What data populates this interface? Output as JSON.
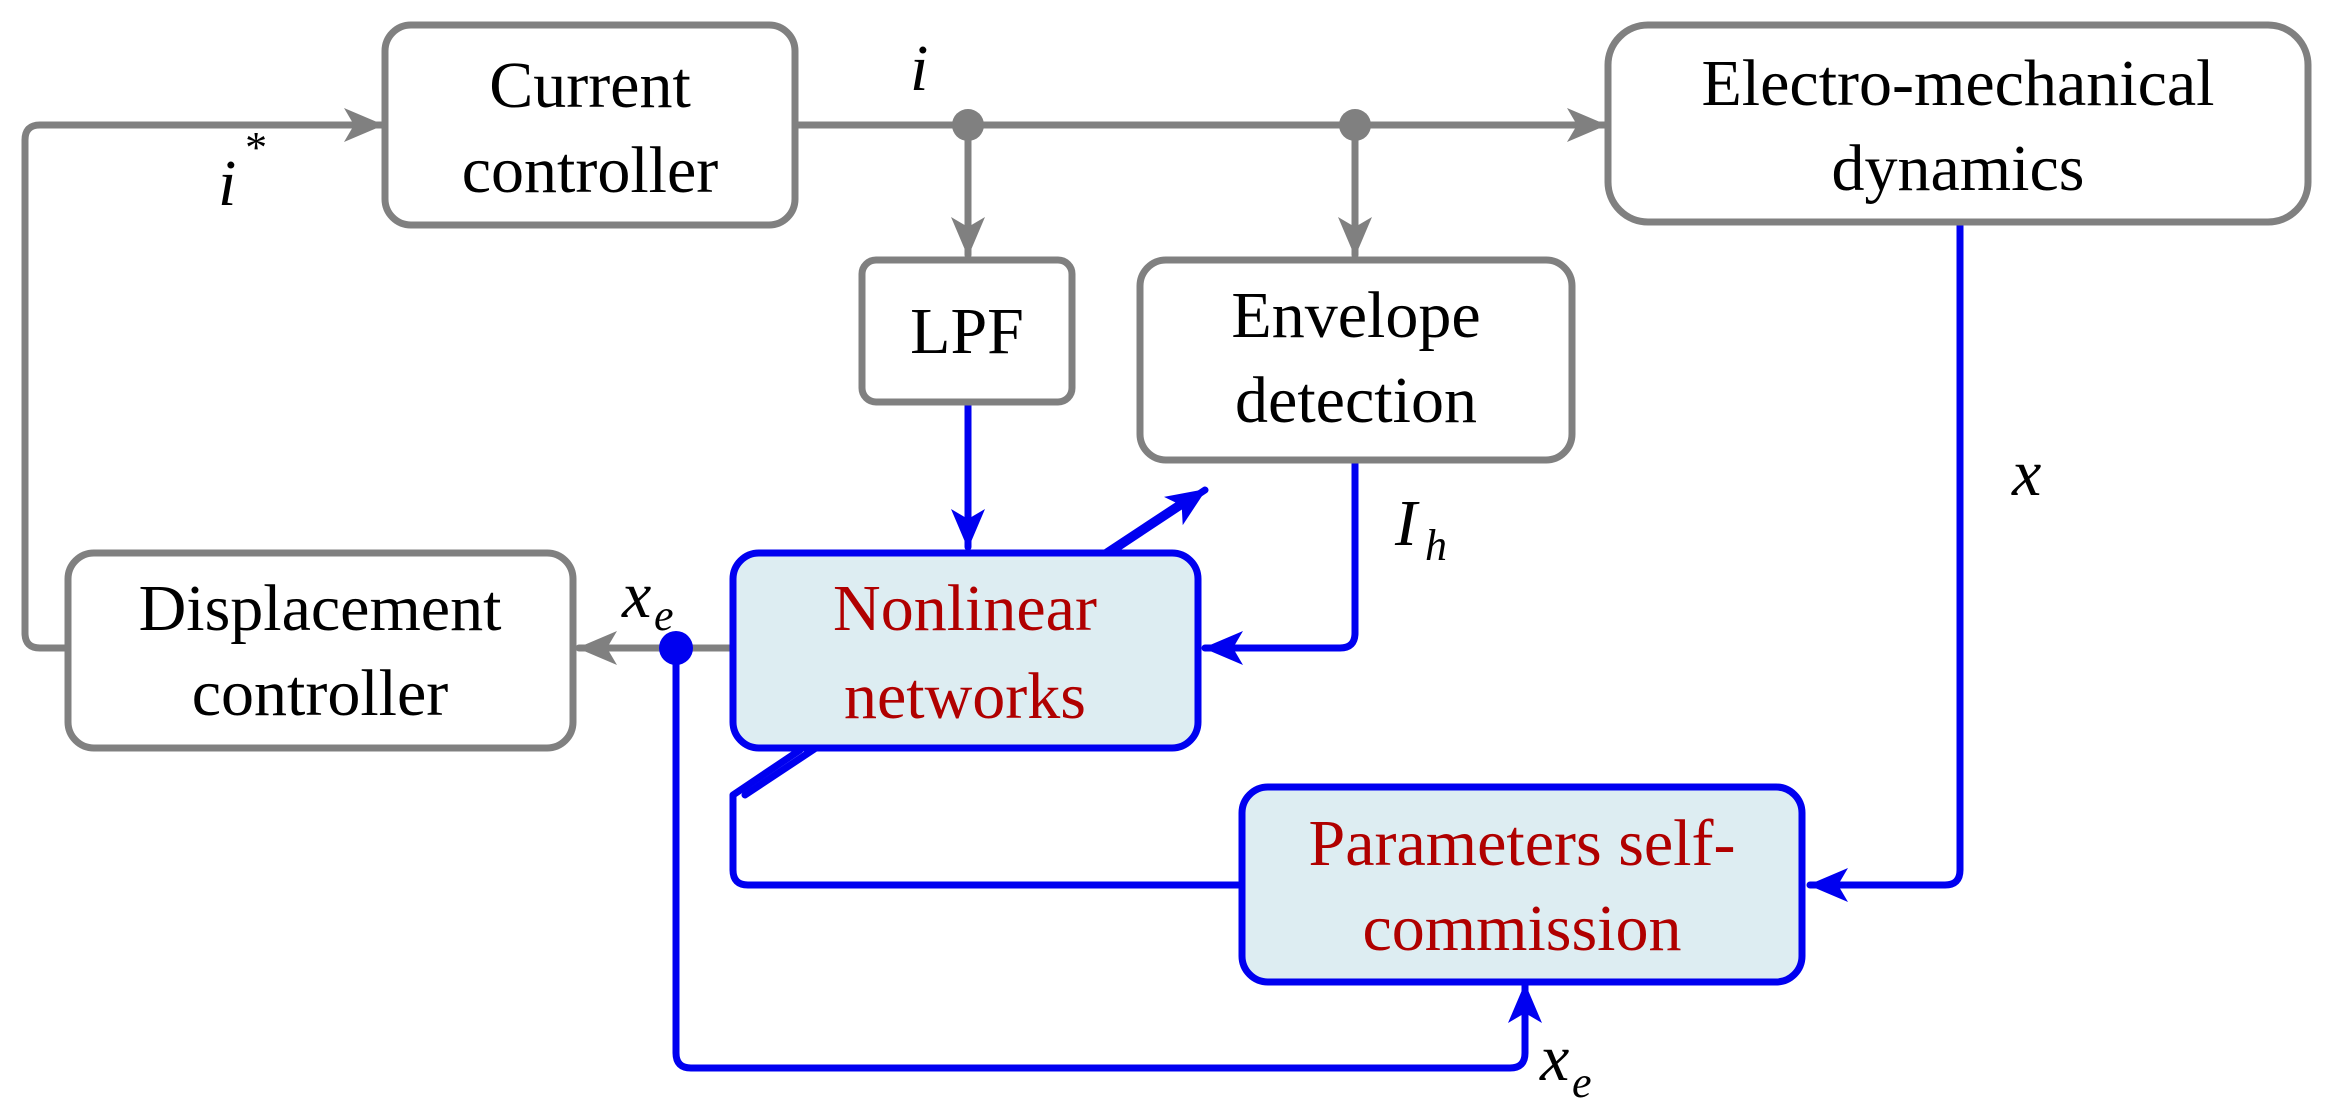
{
  "blocks": {
    "current_controller": [
      "Current",
      "controller"
    ],
    "electro_mechanical": [
      "Electro-mechanical",
      "dynamics"
    ],
    "lpf": "LPF",
    "envelope_detection": [
      "Envelope",
      "detection"
    ],
    "displacement_controller": [
      "Displacement",
      "controller"
    ],
    "nonlinear_networks": [
      "Nonlinear",
      "networks"
    ],
    "parameters_self_commission": [
      "Parameters self-",
      "commission"
    ]
  },
  "signals": {
    "i_star": "i",
    "i_star_sup": "*",
    "i": "i",
    "x": "x",
    "ih_base": "I",
    "ih_sub": "h",
    "xe_base": "x",
    "xe_sub": "e"
  },
  "colors": {
    "gray": "#808080",
    "blue": "#0000f0",
    "highlight_fill": "#ddedf2",
    "highlight_text": "#b00000"
  }
}
